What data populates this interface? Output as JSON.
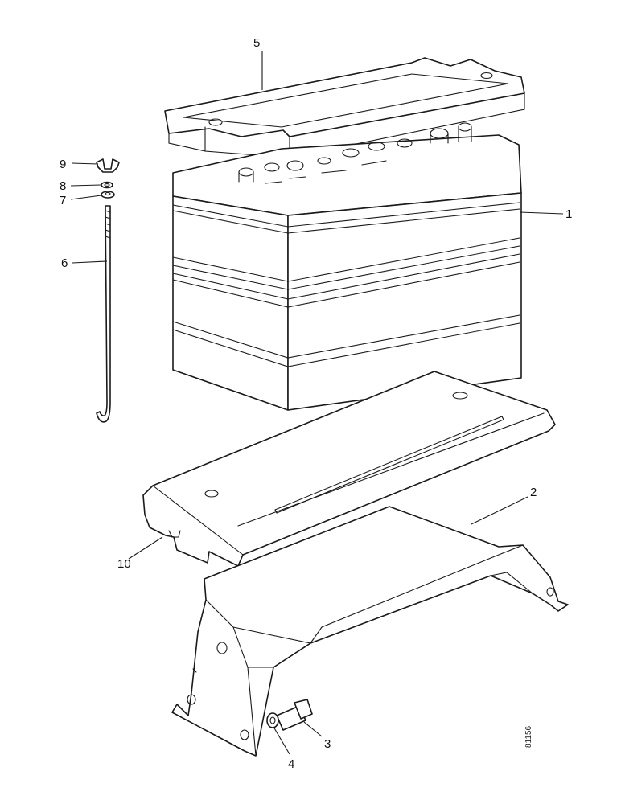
{
  "callouts": [
    "1",
    "2",
    "3",
    "4",
    "5",
    "6",
    "7",
    "8",
    "9",
    "10"
  ],
  "drawing_ref": "81156"
}
